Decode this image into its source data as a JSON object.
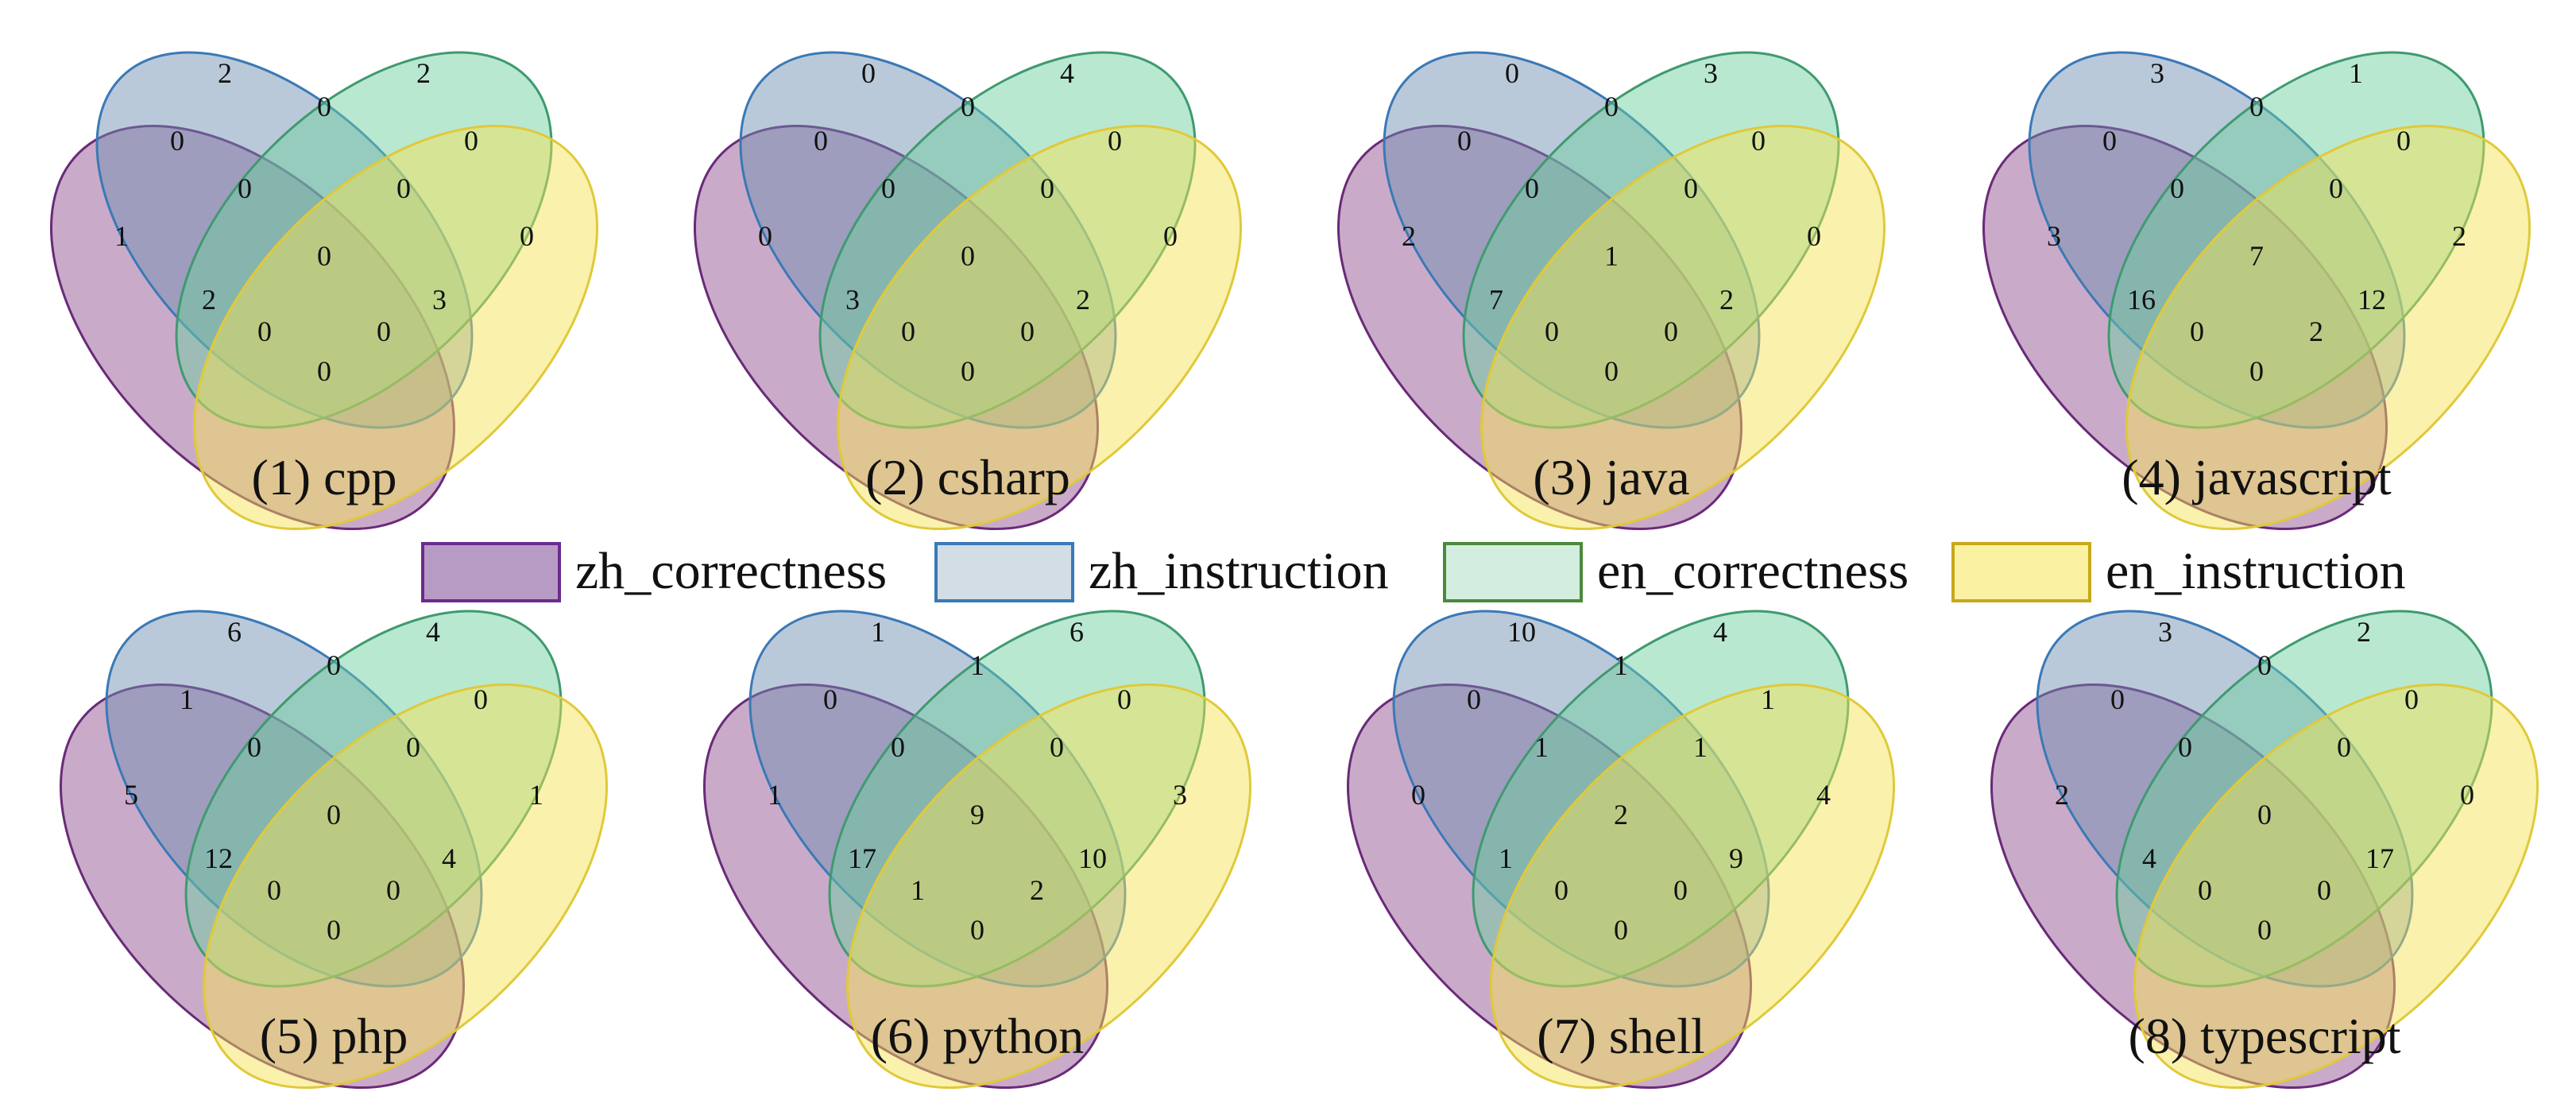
{
  "colors": {
    "zh_correctness": {
      "fill": "#8e4f8f",
      "stroke": "#6a2a78"
    },
    "zh_instruction": {
      "fill": "#6f8fb0",
      "stroke": "#3a79b6"
    },
    "en_correctness": {
      "fill": "#6ccf9f",
      "stroke": "#3f9a6f"
    },
    "en_instruction": {
      "fill": "#f4e253",
      "stroke": "#e0c93a"
    }
  },
  "legend": [
    {
      "key": "zh_correctness",
      "label": "zh_correctness",
      "swatch": "#b89bc4",
      "border": "#6a2a90"
    },
    {
      "key": "zh_instruction",
      "label": "zh_instruction",
      "swatch": "#d2dde6",
      "border": "#3a79b6"
    },
    {
      "key": "en_correctness",
      "label": "en_correctness",
      "swatch": "#d3eedf",
      "border": "#4a8a3a"
    },
    {
      "key": "en_instruction",
      "label": "en_instruction",
      "swatch": "#faf2a2",
      "border": "#c8a81a"
    }
  ],
  "region_order": [
    "zh_instruction_only",
    "en_correctness_only",
    "zh_correctness_zh_instruction",
    "zh_instruction_en_correctness",
    "en_correctness_en_instruction",
    "zh_correctness_only",
    "zh_correctness_zh_instruction_en_correctness",
    "zh_instruction_en_correctness_en_instruction",
    "en_instruction_only",
    "all_four",
    "zh_correctness_en_correctness",
    "zh_instruction_en_instruction",
    "zh_correctness_en_correctness_en_instruction",
    "zh_correctness_zh_instruction_en_instruction",
    "zh_correctness_en_instruction"
  ],
  "diagrams": [
    {
      "caption": "(1) cpp",
      "values": [
        2,
        2,
        0,
        0,
        0,
        1,
        0,
        0,
        0,
        0,
        2,
        3,
        0,
        0,
        0
      ]
    },
    {
      "caption": "(2) csharp",
      "values": [
        0,
        4,
        0,
        0,
        0,
        0,
        0,
        0,
        0,
        0,
        3,
        2,
        0,
        0,
        0
      ]
    },
    {
      "caption": "(3) java",
      "values": [
        0,
        3,
        0,
        0,
        0,
        2,
        0,
        0,
        0,
        1,
        7,
        2,
        0,
        0,
        0
      ]
    },
    {
      "caption": "(4) javascript",
      "values": [
        3,
        1,
        0,
        0,
        0,
        3,
        0,
        0,
        2,
        7,
        16,
        12,
        0,
        2,
        0
      ]
    },
    {
      "caption": "(5) php",
      "values": [
        6,
        4,
        1,
        0,
        0,
        5,
        0,
        0,
        1,
        0,
        12,
        4,
        0,
        0,
        0
      ]
    },
    {
      "caption": "(6) python",
      "values": [
        1,
        6,
        0,
        1,
        0,
        1,
        0,
        0,
        3,
        9,
        17,
        10,
        1,
        2,
        0
      ]
    },
    {
      "caption": "(7) shell",
      "values": [
        10,
        4,
        0,
        1,
        1,
        0,
        1,
        1,
        4,
        2,
        1,
        9,
        0,
        0,
        0
      ]
    },
    {
      "caption": "(8) typescript",
      "values": [
        3,
        2,
        0,
        0,
        0,
        2,
        0,
        0,
        0,
        0,
        4,
        17,
        0,
        0,
        0
      ]
    }
  ]
}
